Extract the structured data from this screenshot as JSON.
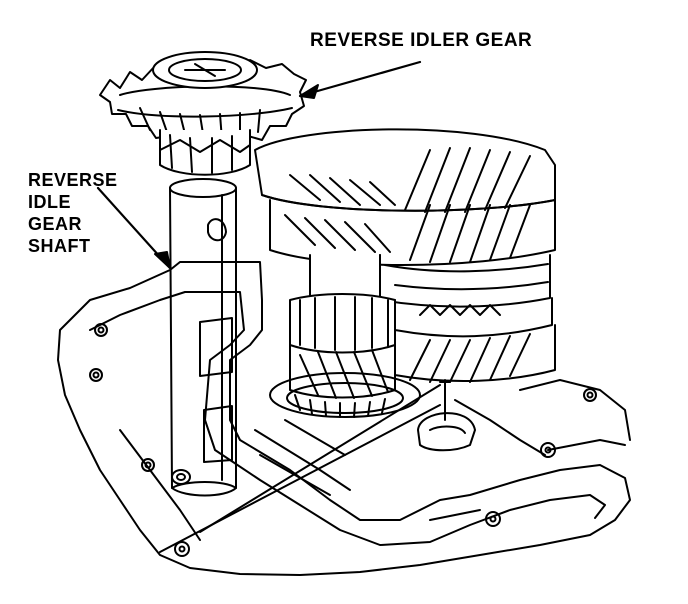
{
  "labels": {
    "reverse_idler_gear": "REVERSE IDLER GEAR",
    "reverse_idle_gear_shaft": [
      "REVERSE",
      "IDLE",
      "GEAR",
      "SHAFT"
    ]
  },
  "colors": {
    "ink": "#000000",
    "paper": "#ffffff"
  }
}
